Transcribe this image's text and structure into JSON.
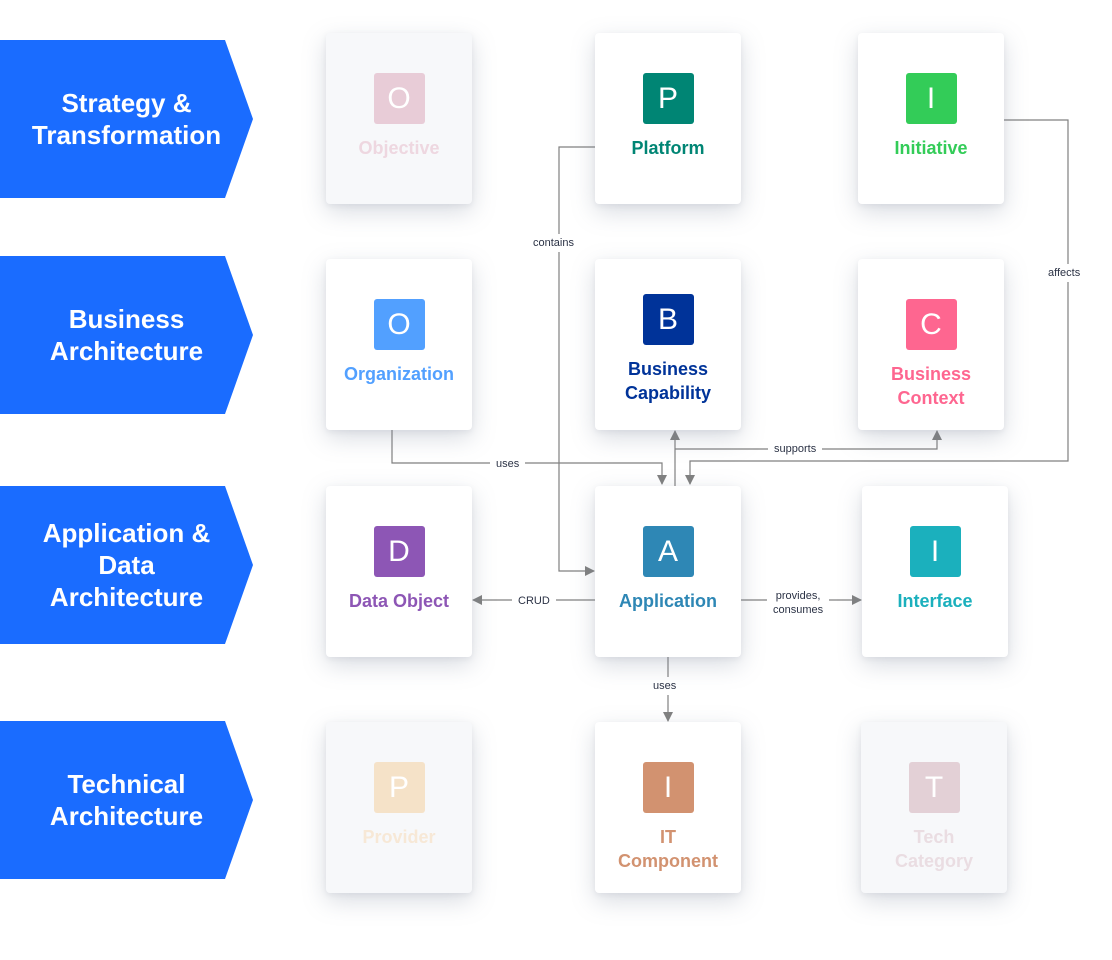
{
  "lanes": [
    {
      "label": "Strategy &\nTransformation"
    },
    {
      "label": "Business\nArchitecture"
    },
    {
      "label": "Application &\nData\nArchitecture"
    },
    {
      "label": "Technical\nArchitecture"
    }
  ],
  "colors": {
    "lane": "#1a6cff",
    "edge": "#808080",
    "edge_label": "#2b3245"
  },
  "cards": {
    "objective": {
      "letter": "O",
      "label": "Objective",
      "color": "#e8ccd7",
      "text_color": "#eed7e0",
      "faded": true
    },
    "platform": {
      "letter": "P",
      "label": "Platform",
      "color": "#008574",
      "text_color": "#008574",
      "faded": false
    },
    "initiative": {
      "letter": "I",
      "label": "Initiative",
      "color": "#33cc58",
      "text_color": "#33cc58",
      "faded": false
    },
    "organization": {
      "letter": "O",
      "label": "Organization",
      "color": "#52a0ff",
      "text_color": "#52a0ff",
      "faded": false
    },
    "business_capability": {
      "letter": "B",
      "label": "Business\nCapability",
      "color": "#003399",
      "text_color": "#003399",
      "faded": false
    },
    "business_context": {
      "letter": "C",
      "label": "Business\nContext",
      "color": "#fe6690",
      "text_color": "#fe6690",
      "faded": false
    },
    "data_object": {
      "letter": "D",
      "label": "Data Object",
      "color": "#8d56b5",
      "text_color": "#8d56b5",
      "faded": false
    },
    "application": {
      "letter": "A",
      "label": "Application",
      "color": "#2e87b5",
      "text_color": "#2e87b5",
      "faded": false
    },
    "interface": {
      "letter": "I",
      "label": "Interface",
      "color": "#1bb0bd",
      "text_color": "#1bb0bd",
      "faded": false
    },
    "provider": {
      "letter": "P",
      "label": "Provider",
      "color": "#f5e2c8",
      "text_color": "#f7e8d6",
      "faded": true
    },
    "it_component": {
      "letter": "I",
      "label": "IT\nComponent",
      "color": "#d29270",
      "text_color": "#d29270",
      "faded": false
    },
    "tech_category": {
      "letter": "T",
      "label": "Tech\nCategory",
      "color": "#e3d0d6",
      "text_color": "#eadde2",
      "faded": true
    }
  },
  "edges": {
    "contains": "contains",
    "affects": "affects",
    "supports": "supports",
    "uses_org": "uses",
    "crud": "CRUD",
    "provides_consumes": "provides,\nconsumes",
    "uses_it": "uses"
  }
}
